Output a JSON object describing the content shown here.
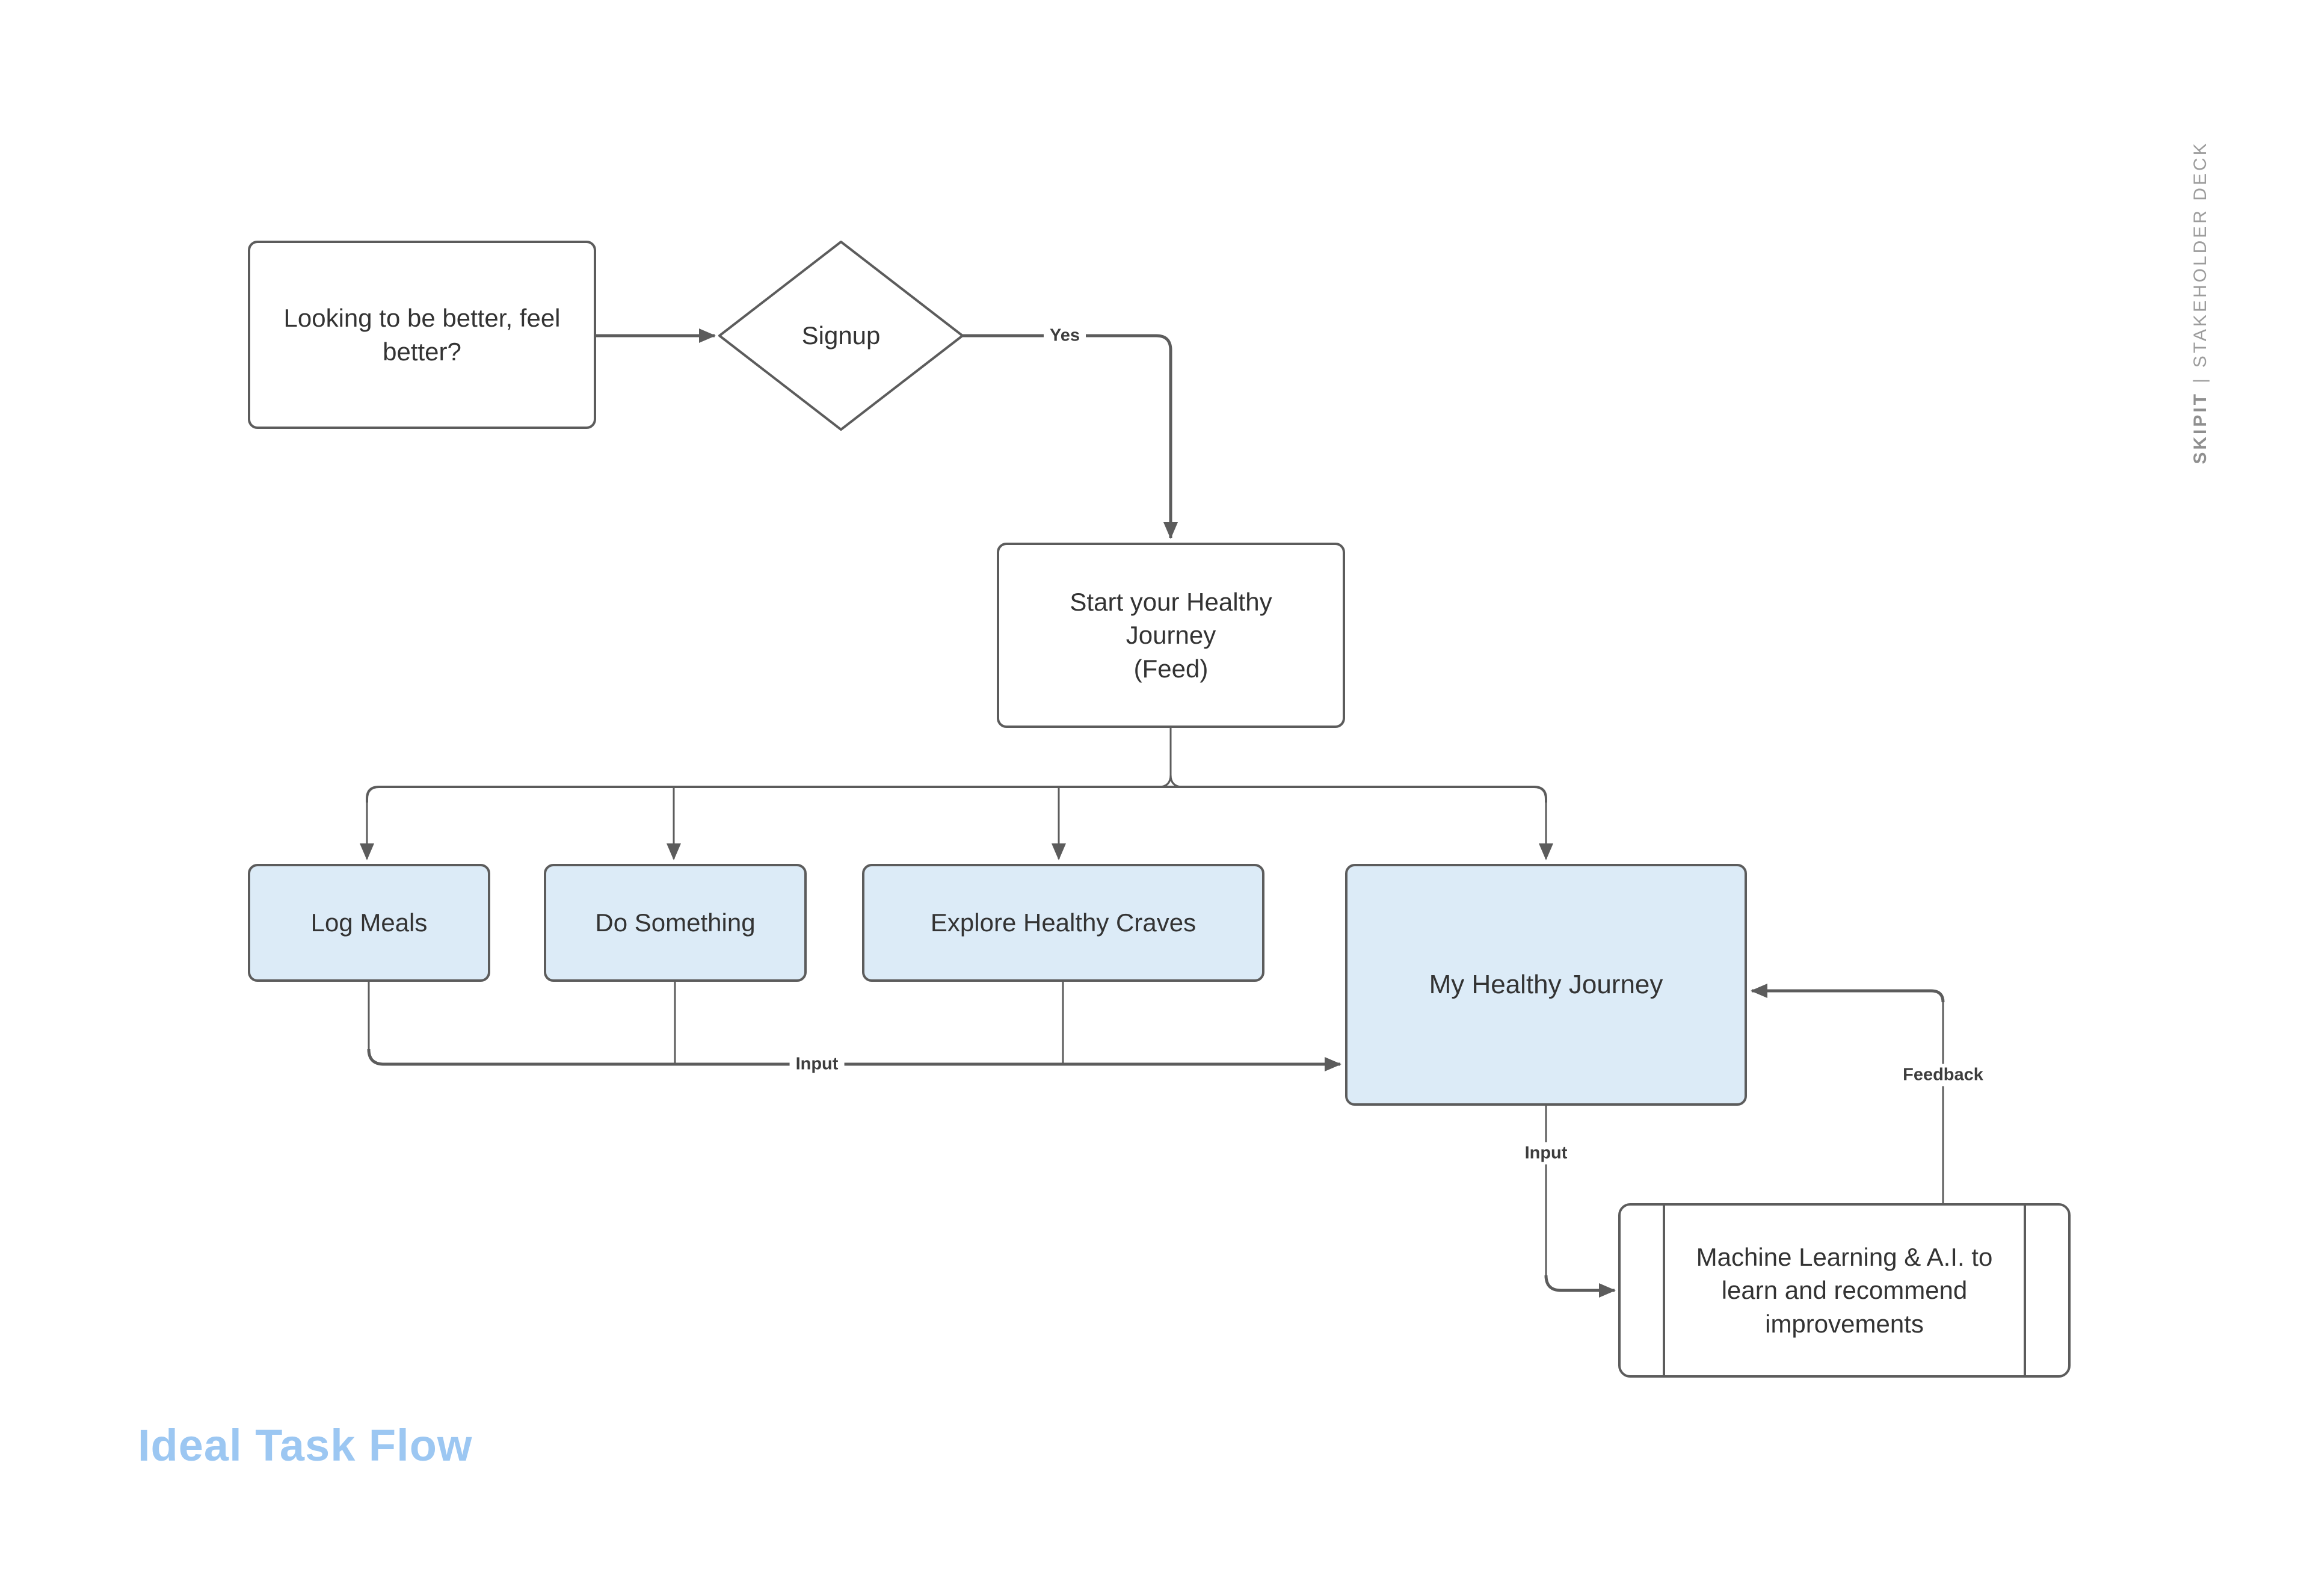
{
  "slide": {
    "title": "Ideal Task Flow",
    "watermark": {
      "brand": "SKIPIT",
      "separator": "|",
      "label": "STAKEHOLDER DECK"
    }
  },
  "colors": {
    "line": "#5c5c5c",
    "node_fill_white": "#ffffff",
    "node_fill_blue": "#dcebf7",
    "node_text": "#333333",
    "title": "#9cc7f2",
    "watermark": "#9c9c9c"
  },
  "nodes": {
    "prompt": {
      "label": "Looking to be better, feel better?"
    },
    "signup": {
      "label": "Signup"
    },
    "feed": {
      "label": "Start your Healthy Journey",
      "sublabel": "(Feed)"
    },
    "log_meals": {
      "label": "Log Meals"
    },
    "do_something": {
      "label": "Do Something"
    },
    "explore": {
      "label": "Explore Healthy Craves"
    },
    "journey": {
      "label": "My Healthy Journey"
    },
    "ml": {
      "label": "Machine Learning & A.I. to learn and recommend improvements"
    }
  },
  "edge_labels": {
    "yes": "Yes",
    "input_to_journey": "Input",
    "input_to_ml": "Input",
    "feedback": "Feedback"
  }
}
